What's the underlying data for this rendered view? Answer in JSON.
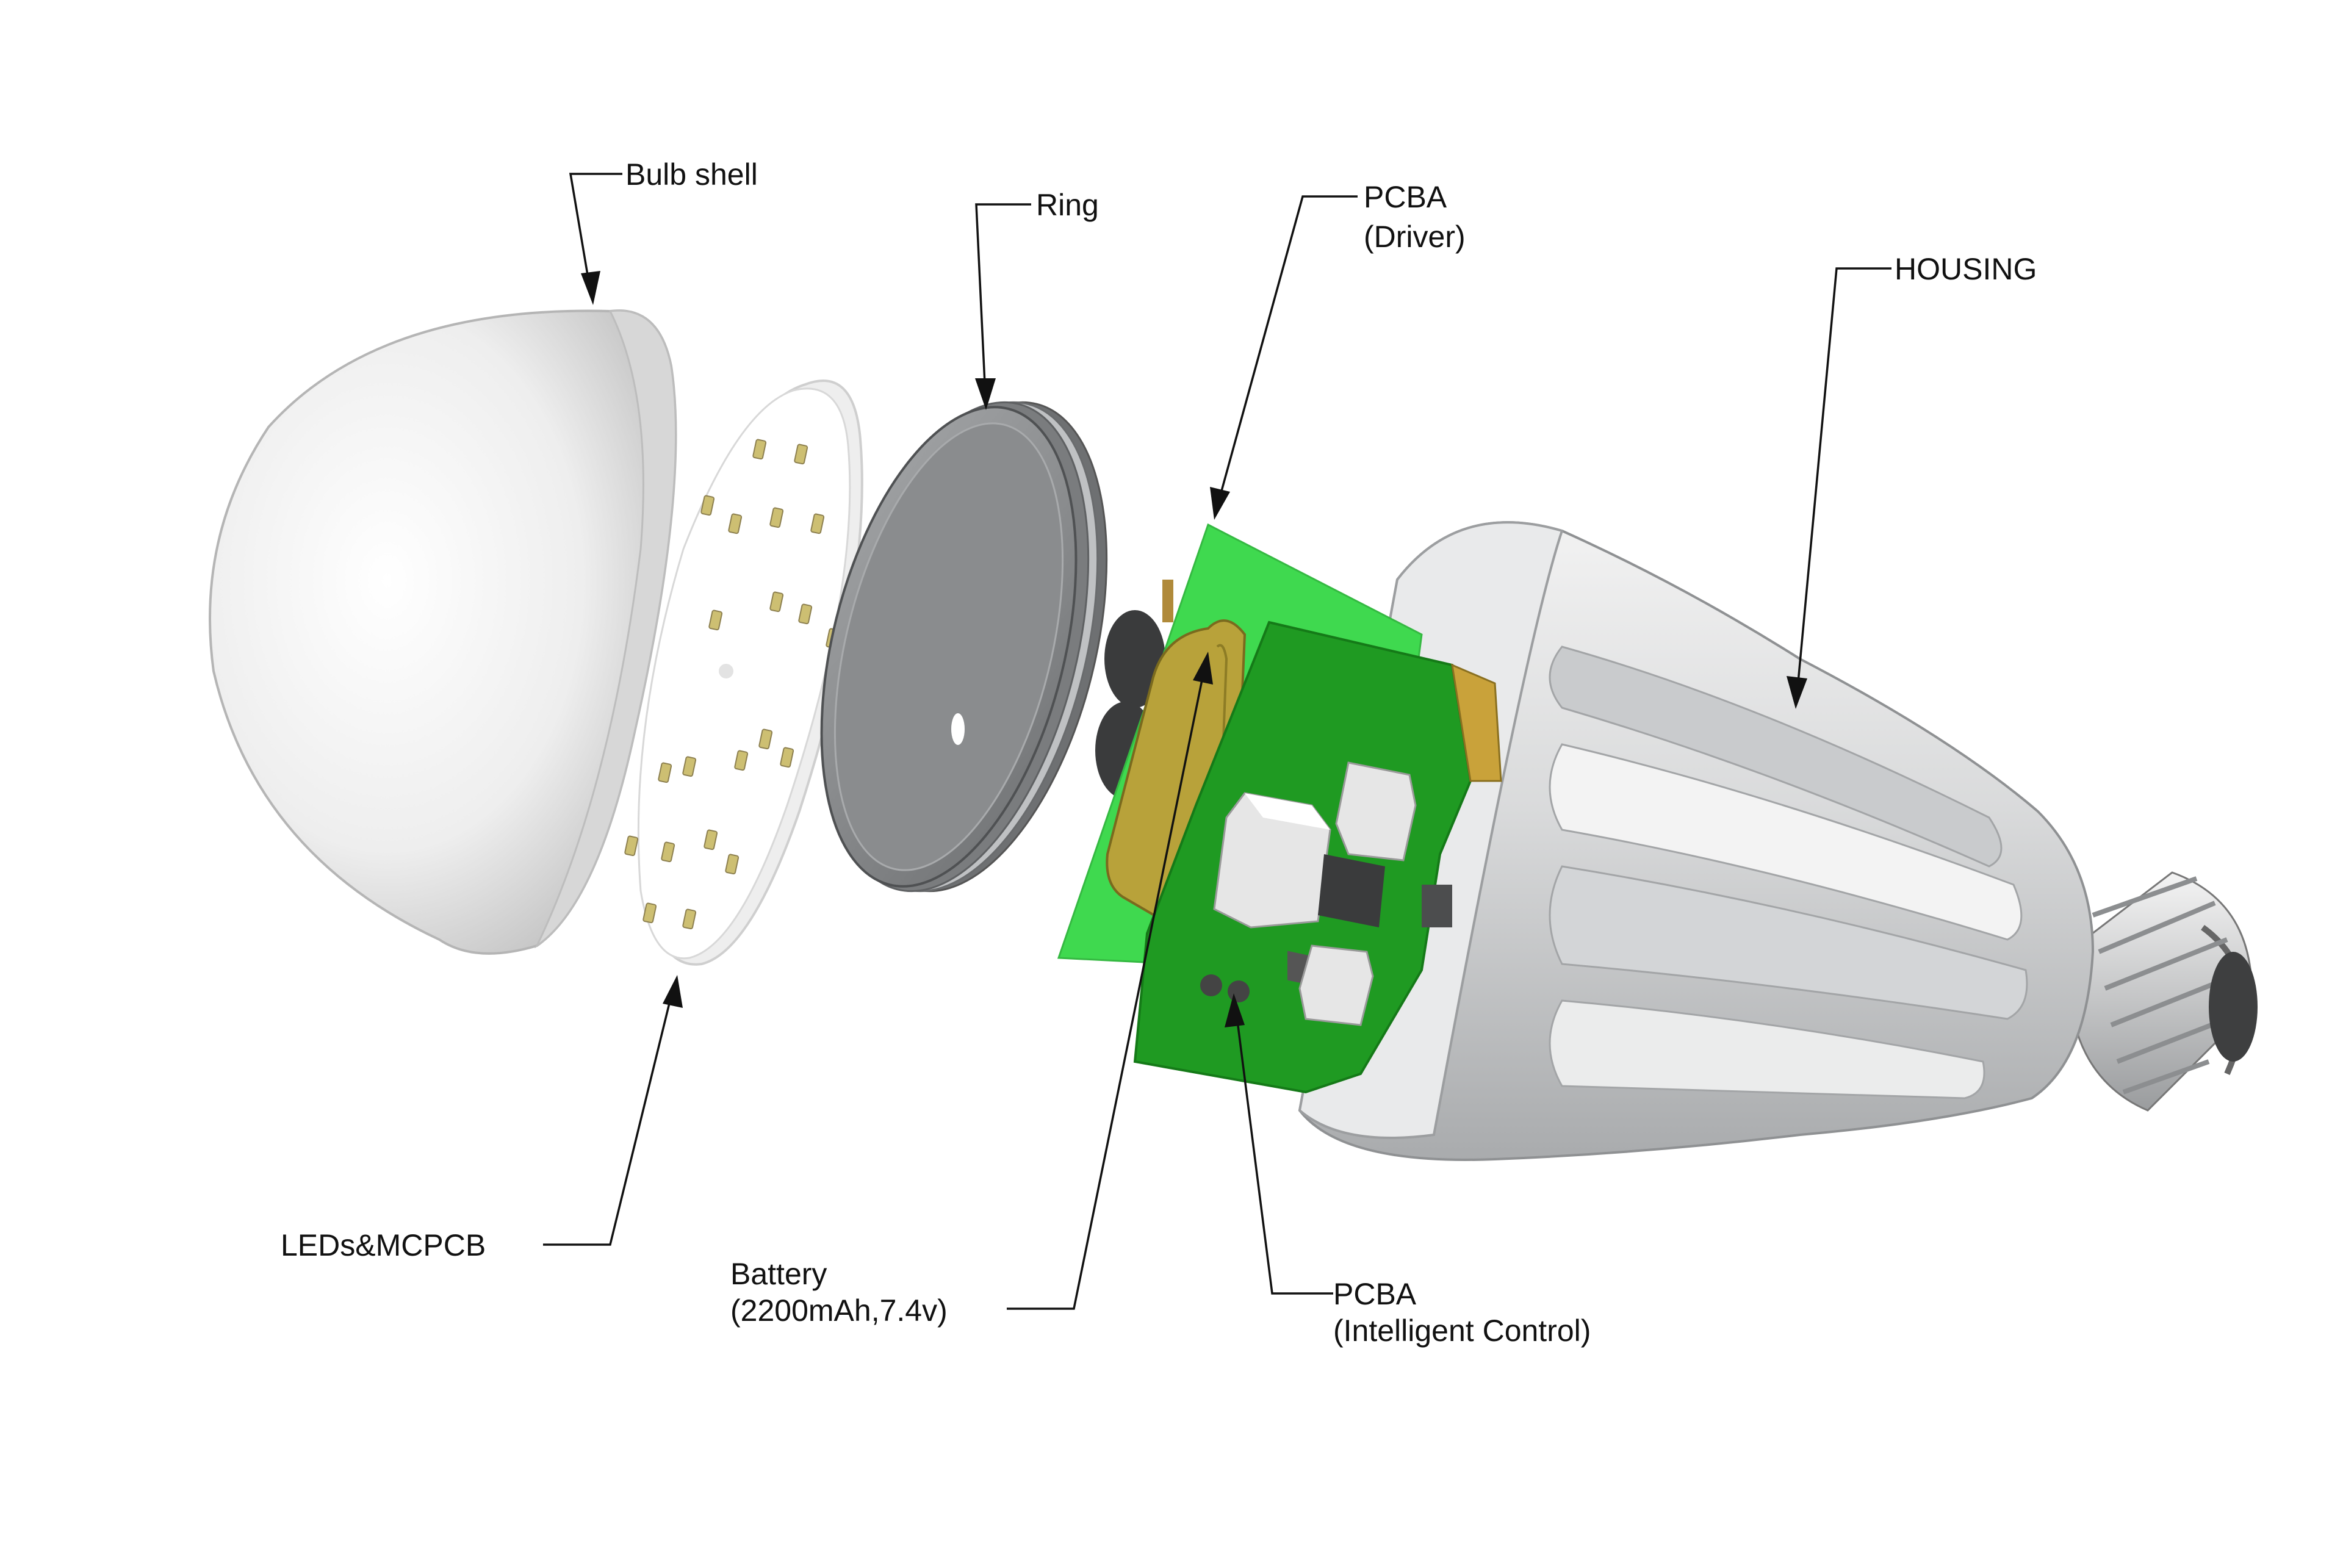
{
  "labels": {
    "bulb_shell": "Bulb shell",
    "ring": "Ring",
    "pcba_driver_1": "PCBA",
    "pcba_driver_2": "(Driver)",
    "housing": "HOUSING",
    "leds": "LEDs&MCPCB",
    "battery_1": "Battery",
    "battery_2": "(2200mAh,7.4v)",
    "pcba_ic_1": "PCBA",
    "pcba_ic_2": "(Intelligent Control)"
  },
  "colors": {
    "pcb_light_green": "#3fd94f",
    "pcb_dark_green": "#1f9a22",
    "battery_gold": "#b8a23a",
    "housing_silver": "#d8dadb",
    "ring_gray": "#8e9092",
    "shell_white": "#eeeeee"
  }
}
